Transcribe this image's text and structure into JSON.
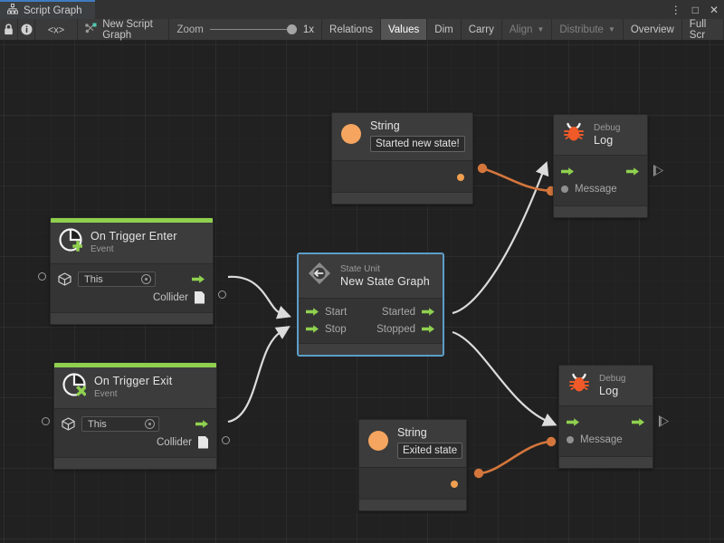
{
  "window": {
    "tab_label": "Script Graph",
    "tab_icon": "graph-hierarchy-icon",
    "buttons": [
      {
        "name": "more-options",
        "glyph": "⋮"
      },
      {
        "name": "maximize",
        "glyph": "□"
      },
      {
        "name": "close",
        "glyph": "✕"
      }
    ]
  },
  "toolbar": {
    "lock_icon": "lock-icon",
    "info_icon": "info-icon",
    "code_icon": "code-brackets-icon",
    "graph_icon": "script-graph-icon",
    "graph_name": "New Script Graph",
    "zoom_label": "Zoom",
    "zoom_value": "1x",
    "buttons": [
      {
        "label": "Relations",
        "state": "normal"
      },
      {
        "label": "Values",
        "state": "active"
      },
      {
        "label": "Dim",
        "state": "normal"
      },
      {
        "label": "Carry",
        "state": "normal"
      },
      {
        "label": "Align",
        "state": "dim",
        "dropdown": true
      },
      {
        "label": "Distribute",
        "state": "dim",
        "dropdown": true
      },
      {
        "label": "Overview",
        "state": "normal"
      },
      {
        "label": "Full Scr",
        "state": "normal"
      }
    ]
  },
  "graph": {
    "nodes": {
      "string_started": {
        "title": "String",
        "value": "Started new state!",
        "icon": "string-circle-icon"
      },
      "string_exited": {
        "title": "String",
        "value": "Exited state",
        "icon": "string-circle-icon"
      },
      "debug_log_top": {
        "title_small": "Debug",
        "title_large": "Log",
        "icon": "bug-icon",
        "input_message": "Message"
      },
      "debug_log_bottom": {
        "title_small": "Debug",
        "title_large": "Log",
        "icon": "bug-icon",
        "input_message": "Message"
      },
      "on_trigger_enter": {
        "title_large": "On Trigger Enter",
        "title_small": "Event",
        "icon": "event-enter-icon",
        "target_value": "This",
        "output_collider": "Collider"
      },
      "on_trigger_exit": {
        "title_large": "On Trigger Exit",
        "title_small": "Event",
        "icon": "event-exit-icon",
        "target_value": "This",
        "output_collider": "Collider"
      },
      "state_unit": {
        "title_small": "State Unit",
        "title_large": "New  State  Graph",
        "icon": "state-unit-icon",
        "input_start": "Start",
        "input_stop": "Stop",
        "output_started": "Started",
        "output_stopped": "Stopped",
        "selected": true
      }
    }
  },
  "colors": {
    "event_accent": "#8fd14f",
    "flow_port": "#8fd14f",
    "value_port": "#f0a050",
    "bug_icon": "#f05a28",
    "selection": "#5b9ec9",
    "edge_flow": "#dcdcdc",
    "edge_value": "#d4763c",
    "canvas_bg": "#212121"
  }
}
